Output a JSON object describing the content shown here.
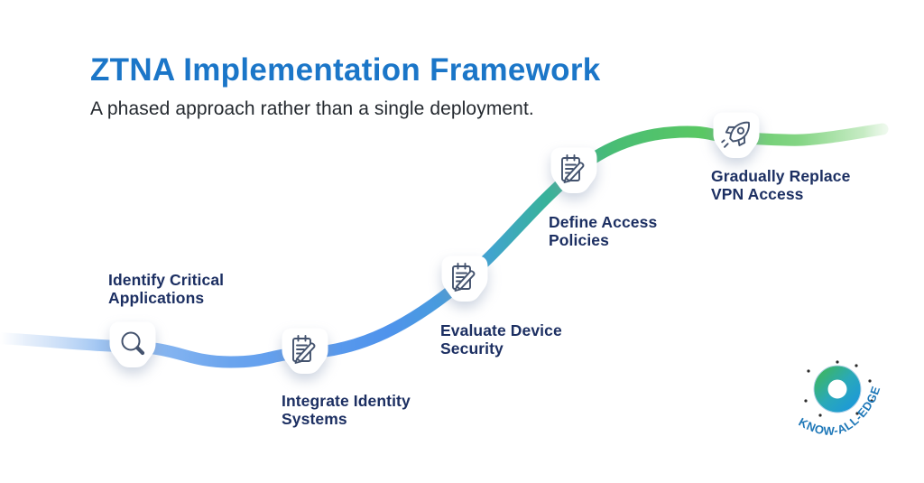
{
  "header": {
    "title": "ZTNA Implementation Framework",
    "subtitle": "A phased approach rather than a single deployment."
  },
  "milestones": [
    {
      "label": "Identify Critical Applications",
      "icon": "search-icon"
    },
    {
      "label": "Integrate Identity Systems",
      "icon": "notepad-pencil-icon"
    },
    {
      "label": "Evaluate Device Security",
      "icon": "notepad-pencil-icon"
    },
    {
      "label": "Define Access Policies",
      "icon": "notepad-pencil-icon"
    },
    {
      "label": "Gradually Replace VPN Access",
      "icon": "rocket-icon"
    }
  ],
  "curve": {
    "description": "S-shaped journey line rising left to right",
    "colors": {
      "start_fade": "#cfe0f7",
      "blue": "#4f93ec",
      "teal": "#38b29b",
      "green": "#57c364",
      "end_fade": "#c9edc6"
    }
  },
  "colors": {
    "title_blue": "#1b76c8",
    "subtitle_dark": "#24292f",
    "label_navy": "#1c2f62",
    "icon_stroke": "#44536e",
    "badge_fill": "#ffffff"
  },
  "logo": {
    "text": "KNOW-ALL-EDGE",
    "shape": "donut-torus",
    "colors": {
      "green": "#3bb46a",
      "blue": "#1e9ad6",
      "text_blue": "#1f78b8"
    }
  }
}
